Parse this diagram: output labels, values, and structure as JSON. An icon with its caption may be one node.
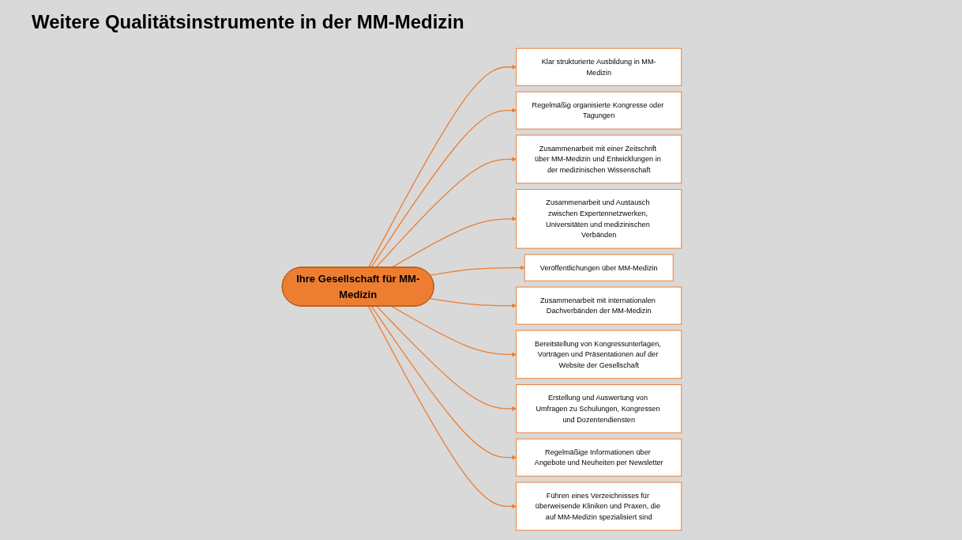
{
  "diagram": {
    "title": "Weitere Qualitätsinstrumente in der MM-Medizin",
    "nodes": [
      {
        "text": [
          "Klar strukturierte Ausbildung in MM-Medizin"
        ]
      },
      {
        "text": [
          "Regelmäßig organisierte Kongresse oder Tagungen"
        ]
      },
      {
        "text": [
          "Zusammenarbeit mit einer Zeitschrift über MM-Medizin und Entwicklungen in der medizinischen Wissenschaft"
        ]
      },
      {
        "text": [
          "Zusammenarbeit und Austausch zwischen Expertennetzwerken, Universitäten und medizinischen Verbänden"
        ]
      },
      {
        "text": [
          "Ihre Gesellschaft für MM-Medizin"
        ]
      },
      {
        "text": [
          "Veröffentlichungen über MM-Medizin"
        ]
      },
      {
        "text": [
          "Zusammenarbeit mit internationalen Dachverbänden der MM-Medizin"
        ]
      },
      {
        "text": [
          "Bereitstellung von Kongressunterlagen, Vorträgen und Präsentationen auf der Website der Gesellschaft"
        ]
      },
      {
        "text": [
          "Erstellung und Auswertung von Umfragen zu Schulungen, Kongressen und Dozentendiensten"
        ]
      },
      {
        "text": [
          "Regelmäßige Informationen über Angebote und Neuheiten per Newsletter"
        ]
      },
      {
        "text": [
          "Führen eines Verzeichnisses für überweisende Kliniken und Praxen, die auf MM-Medizin spezialisiert sind"
        ]
      }
    ],
    "edges": [
      {
        "from": 4,
        "to": 0,
        "arrow": "to"
      },
      {
        "from": 4,
        "to": 1,
        "arrow": "to"
      },
      {
        "from": 4,
        "to": 2,
        "arrow": "to"
      },
      {
        "from": 4,
        "to": 3,
        "arrow": "to"
      },
      {
        "from": 4,
        "to": 5,
        "arrow": "to"
      },
      {
        "from": 4,
        "to": 6,
        "arrow": "to"
      },
      {
        "from": 4,
        "to": 7,
        "arrow": "to"
      },
      {
        "from": 4,
        "to": 8,
        "arrow": "to"
      },
      {
        "from": 4,
        "to": 9,
        "arrow": "to"
      },
      {
        "from": 4,
        "to": 10,
        "arrow": "to"
      }
    ]
  }
}
